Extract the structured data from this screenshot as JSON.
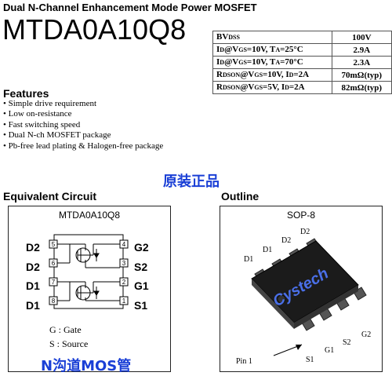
{
  "header": {
    "subtitle": "Dual N-Channel Enhancement Mode Power MOSFET",
    "part_number": "MTDA0A10Q8"
  },
  "specs": [
    {
      "param": "BVDSS",
      "value": "100V"
    },
    {
      "param": "ID@VGS=10V, TA=25°C",
      "value": "2.9A"
    },
    {
      "param": "ID@VGS=10V, TA=70°C",
      "value": "2.3A"
    },
    {
      "param": "RDSON@VGS=10V, ID=2A",
      "value": "70mΩ(typ)"
    },
    {
      "param": "RDSON@VGS=5V, ID=2A",
      "value": "82mΩ(typ)"
    }
  ],
  "features": {
    "heading": "Features",
    "items": [
      "Simple drive requirement",
      "Low on-resistance",
      "Fast switching speed",
      "Dual N-ch MOSFET package",
      "Pb-free lead plating & Halogen-free package"
    ]
  },
  "watermarks": {
    "top": "原装正品",
    "bottom": "N沟道MOS管"
  },
  "equivalent_circuit": {
    "heading": "Equivalent Circuit",
    "title": "MTDA0A10Q8",
    "left_pins": [
      {
        "label": "D2",
        "num": "5"
      },
      {
        "label": "D2",
        "num": "6"
      },
      {
        "label": "D1",
        "num": "7"
      },
      {
        "label": "D1",
        "num": "8"
      }
    ],
    "right_pins": [
      {
        "label": "G2",
        "num": "4"
      },
      {
        "label": "S2",
        "num": "3"
      },
      {
        "label": "G1",
        "num": "2"
      },
      {
        "label": "S1",
        "num": "1"
      }
    ],
    "legend_gate": "G : Gate",
    "legend_source": "S : Source"
  },
  "outline": {
    "heading": "Outline",
    "package": "SOP-8",
    "brand": "Cystech",
    "pin_labels": {
      "d1a": "D1",
      "d1b": "D1",
      "d2a": "D2",
      "d2b": "D2",
      "s1": "S1",
      "g1": "G1",
      "s2": "S2",
      "g2": "G2",
      "pin1": "Pin 1"
    }
  }
}
